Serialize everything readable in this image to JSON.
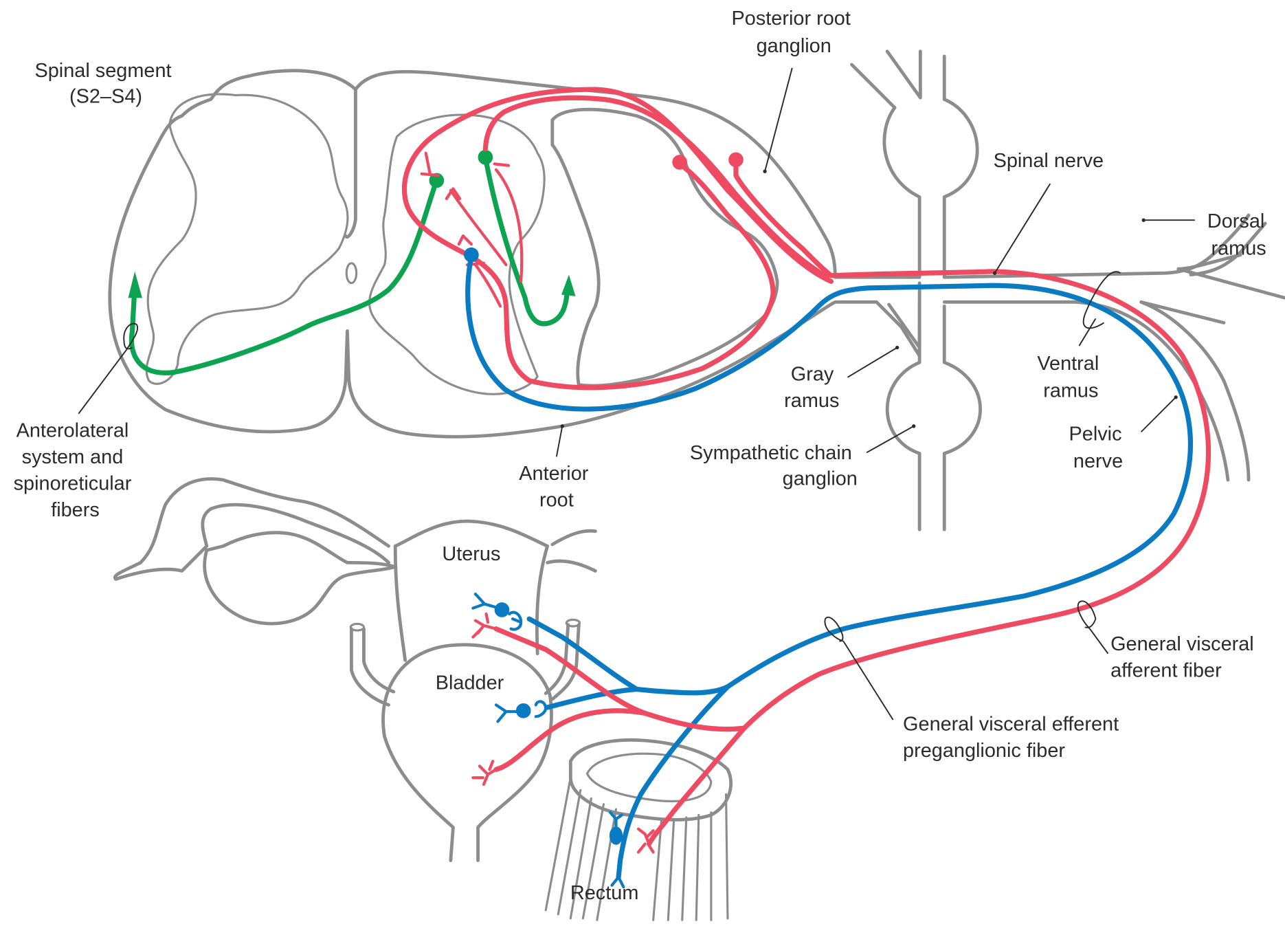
{
  "figure": {
    "description": "Visceral innervation of pelvic organs via sacral spinal segment and pelvic nerve",
    "colors": {
      "afferent": "#ee4b62",
      "efferent": "#0a7ac2",
      "ascending": "#0ca450",
      "outline": "#8c8c8c",
      "label": "#2b2b2b"
    },
    "labels": {
      "spinal_segment": [
        "Spinal segment",
        "(S2–S4)"
      ],
      "posterior_root_ganglion": [
        "Posterior root",
        "ganglion"
      ],
      "spinal_nerve": [
        "Spinal nerve"
      ],
      "dorsal_ramus": [
        "Dorsal",
        "ramus"
      ],
      "ventral_ramus": [
        "Ventral",
        "ramus"
      ],
      "gray_ramus": [
        "Gray",
        "ramus"
      ],
      "sympathetic_chain_ganglion": [
        "Sympathetic chain",
        "ganglion"
      ],
      "pelvic_nerve": [
        "Pelvic",
        "nerve"
      ],
      "anterior_root": [
        "Anterior",
        "root"
      ],
      "anterolateral_system": [
        "Anterolateral",
        "system and",
        "spinoreticular",
        "fibers"
      ],
      "uterus": [
        "Uterus"
      ],
      "bladder": [
        "Bladder"
      ],
      "rectum": [
        "Rectum"
      ],
      "gva_fiber": [
        "General visceral",
        "afferent fiber"
      ],
      "gve_fiber": [
        "General visceral efferent",
        "preganglionic fiber"
      ]
    }
  }
}
